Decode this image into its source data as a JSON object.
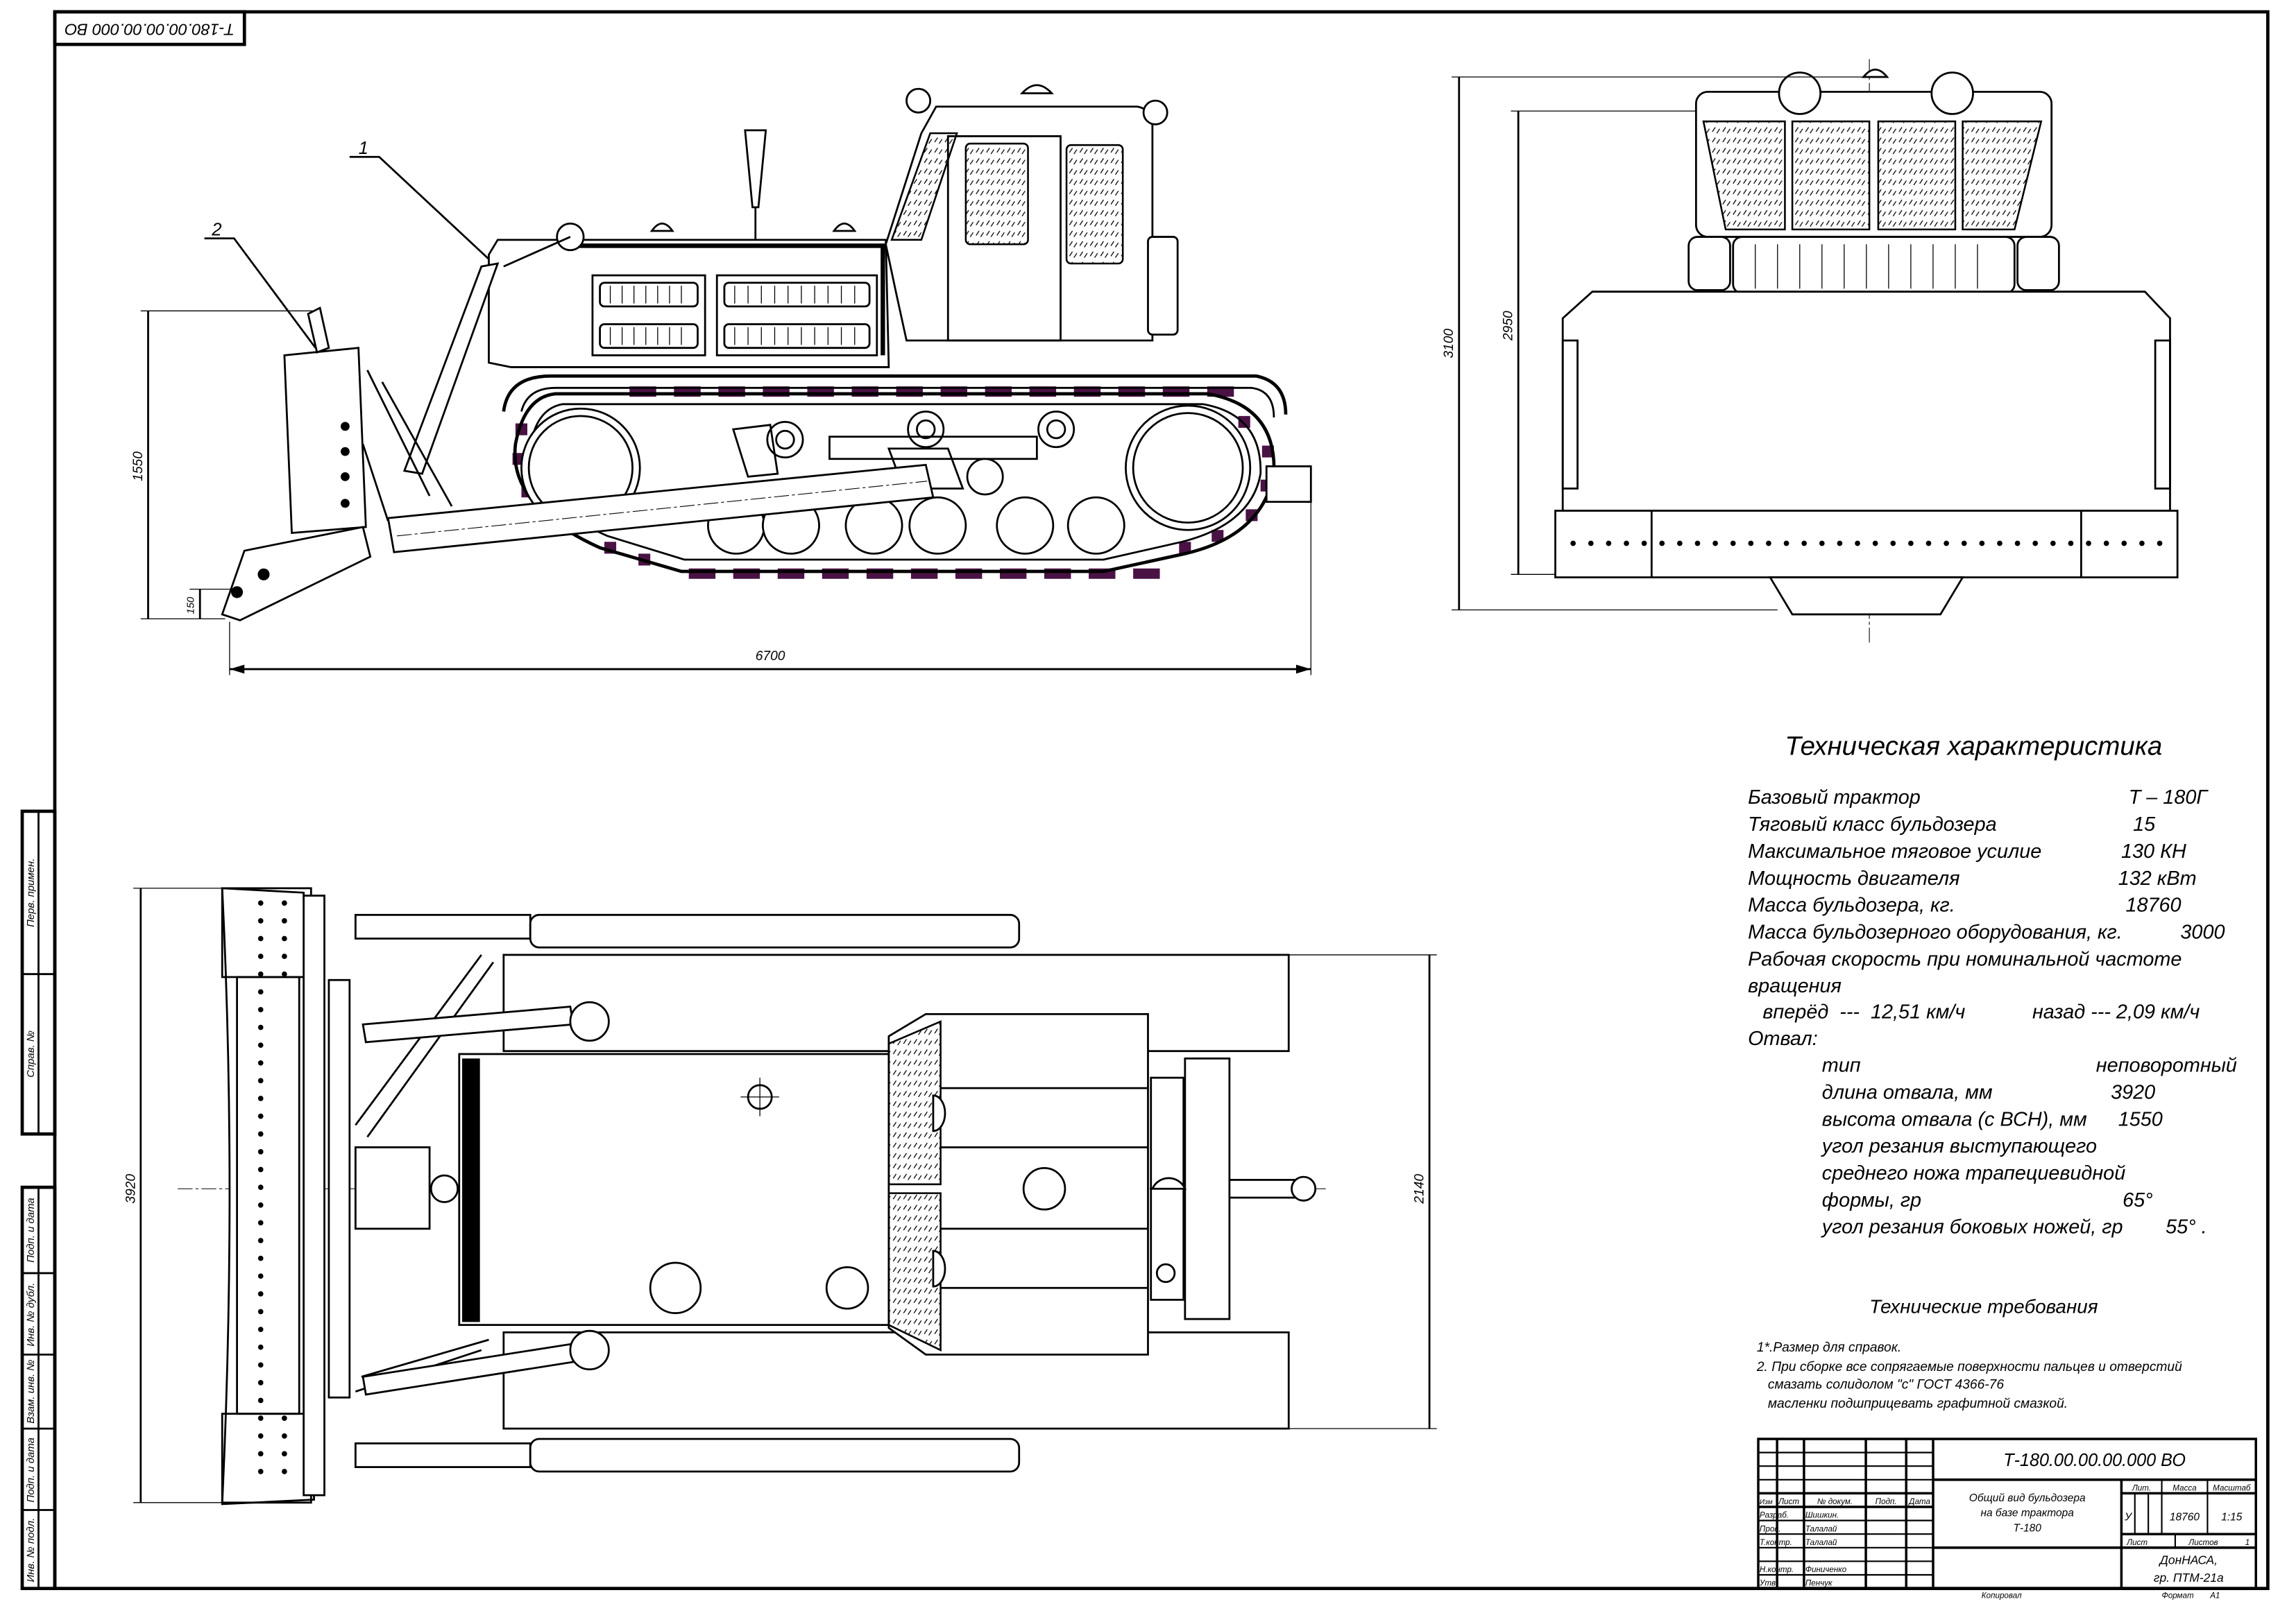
{
  "stamp_rotated": "Т-180.00.00.00.000 ВО",
  "colors": {
    "track_shoes": "#4a1244",
    "lines": "#000000",
    "paper": "#ffffff"
  },
  "margin_labels": {
    "top": [
      "Перв. примен.",
      "Справ. №"
    ],
    "bottom": [
      "Подп. и дата",
      "Инв. № дубл.",
      "Взам. инв. №",
      "Подп. и дата",
      "Инв. № подл."
    ]
  },
  "callouts": {
    "c1": "1",
    "c2": "2"
  },
  "dimensions": {
    "side_height": "1550",
    "side_dig": "150",
    "side_length": "6700",
    "front_height_total": "3100",
    "front_height": "2950",
    "top_blade_width": "3920",
    "top_track_gauge": "2140"
  },
  "tech": {
    "title": "Техническая характеристика",
    "rows": [
      {
        "label": "Базовый трактор",
        "value": "Т – 180Г"
      },
      {
        "label": "Тяговый класс бульдозера",
        "value": "15"
      },
      {
        "label": "Максимальное тяговое усилие",
        "value": "130 КН"
      },
      {
        "label": "Мощность двигателя",
        "value": "132 кВт"
      },
      {
        "label": "Масса бульдозера, кг.",
        "value": "18760"
      },
      {
        "label": "Масса  бульдозерного оборудования, кг.",
        "value": "3000"
      },
      {
        "label": "Рабочая скорость при номинальной частоте",
        "value": ""
      },
      {
        "label": "вращения",
        "value": ""
      }
    ],
    "speed_forward": "вперёд  ---  12,51 км/ч",
    "speed_back": "назад --- 2,09 км/ч",
    "blade_label": "Отвал:",
    "blade_rows": [
      {
        "label": "тип",
        "value": "неповоротный"
      },
      {
        "label": "длина отвала, мм",
        "value": "3920"
      },
      {
        "label": "высота отвала (с ВСН), мм",
        "value": "1550"
      },
      {
        "label": " угол резания выступающего",
        "value": ""
      },
      {
        "label": "среднего ножа трапециевидной",
        "value": ""
      },
      {
        "label": "формы, гр",
        "value": "65°"
      },
      {
        "label": "угол резания боковых ножей, гр",
        "value": "55° ."
      }
    ]
  },
  "requirements": {
    "title": "Технические требования",
    "lines": [
      "1*.Размер для справок.",
      "2. При сборке все сопрягаемые поверхности пальцев и отверстий",
      "   смазать солидолом \"с\" ГОСТ 4366-76",
      "   масленки подшприцевать графитной смазкой."
    ]
  },
  "title_block": {
    "designation": "Т-180.00.00.00.000 ВО",
    "name_lines": [
      "Общий вид бульдозера",
      "на базе трактора",
      "Т-180"
    ],
    "headers": {
      "izm": "Изм",
      "list": "Лист",
      "doc": "№ докум.",
      "sign": "Подп.",
      "date": "Дата"
    },
    "roles": [
      {
        "role": "Разраб.",
        "name": "Шишкин."
      },
      {
        "role": "Пров.",
        "name": "Талалай"
      },
      {
        "role": "Т.контр.",
        "name": "Талалай"
      },
      {
        "role": "",
        "name": ""
      },
      {
        "role": "Н.контр.",
        "name": "Финиченко"
      },
      {
        "role": "Утв.",
        "name": "Пенчук"
      }
    ],
    "lit_label": "Лит.",
    "mass_label": "Масса",
    "scale_label": "Масштаб",
    "lit_value": "У",
    "mass_value": "18760",
    "scale_value": "1:15",
    "sheet_label": "Лист",
    "sheets_label": "Листов",
    "sheets_value": "1",
    "org_line1": "ДонНАСА,",
    "org_line2": "гр. ПТМ-21а",
    "copied": "Копировал",
    "format_label": "Формат",
    "format_value": "А1"
  }
}
